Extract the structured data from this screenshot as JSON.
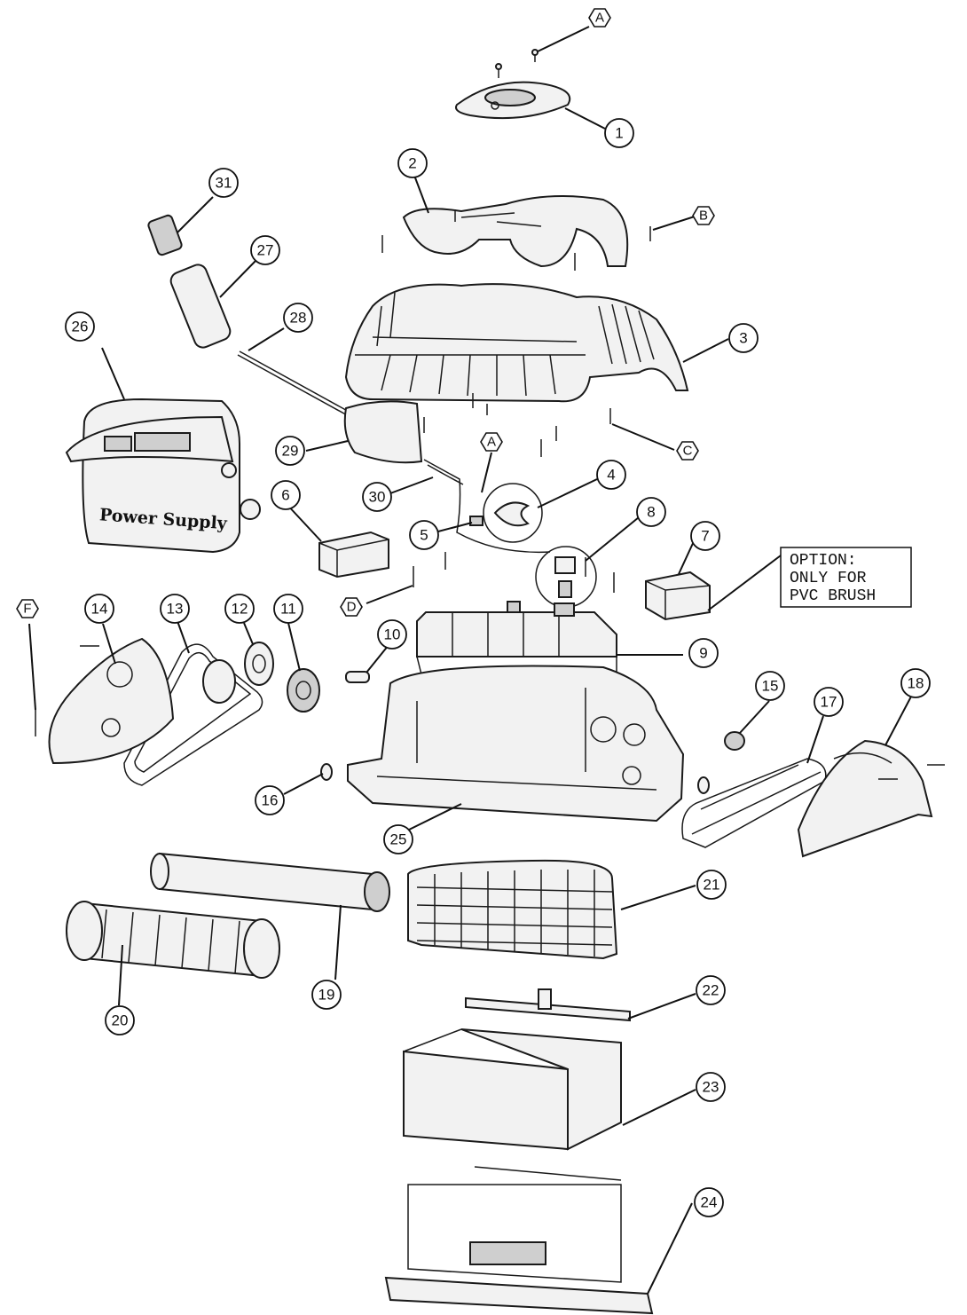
{
  "callouts": [
    {
      "id": "c1",
      "label": "1"
    },
    {
      "id": "c2",
      "label": "2"
    },
    {
      "id": "c3",
      "label": "3"
    },
    {
      "id": "c4",
      "label": "4"
    },
    {
      "id": "c5",
      "label": "5"
    },
    {
      "id": "c6",
      "label": "6"
    },
    {
      "id": "c7",
      "label": "7"
    },
    {
      "id": "c8",
      "label": "8"
    },
    {
      "id": "c9",
      "label": "9"
    },
    {
      "id": "c10",
      "label": "10"
    },
    {
      "id": "c11",
      "label": "11"
    },
    {
      "id": "c12",
      "label": "12"
    },
    {
      "id": "c13",
      "label": "13"
    },
    {
      "id": "c14",
      "label": "14"
    },
    {
      "id": "c15",
      "label": "15"
    },
    {
      "id": "c16",
      "label": "16"
    },
    {
      "id": "c17",
      "label": "17"
    },
    {
      "id": "c18",
      "label": "18"
    },
    {
      "id": "c19",
      "label": "19"
    },
    {
      "id": "c20",
      "label": "20"
    },
    {
      "id": "c21",
      "label": "21"
    },
    {
      "id": "c22",
      "label": "22"
    },
    {
      "id": "c23",
      "label": "23"
    },
    {
      "id": "c24",
      "label": "24"
    },
    {
      "id": "c25",
      "label": "25"
    },
    {
      "id": "c26",
      "label": "26"
    },
    {
      "id": "c27",
      "label": "27"
    },
    {
      "id": "c28",
      "label": "28"
    },
    {
      "id": "c29",
      "label": "29"
    },
    {
      "id": "c30",
      "label": "30"
    },
    {
      "id": "c31",
      "label": "31"
    }
  ],
  "hex_callouts": [
    {
      "id": "hA1",
      "label": "A"
    },
    {
      "id": "hA2",
      "label": "A"
    },
    {
      "id": "hB",
      "label": "B"
    },
    {
      "id": "hC",
      "label": "C"
    },
    {
      "id": "hD",
      "label": "D"
    },
    {
      "id": "hF",
      "label": "F"
    }
  ],
  "power_supply_label": "Power Supply",
  "option_note": {
    "line1": "OPTION:",
    "line2": "ONLY FOR",
    "line3": "PVC BRUSH"
  }
}
